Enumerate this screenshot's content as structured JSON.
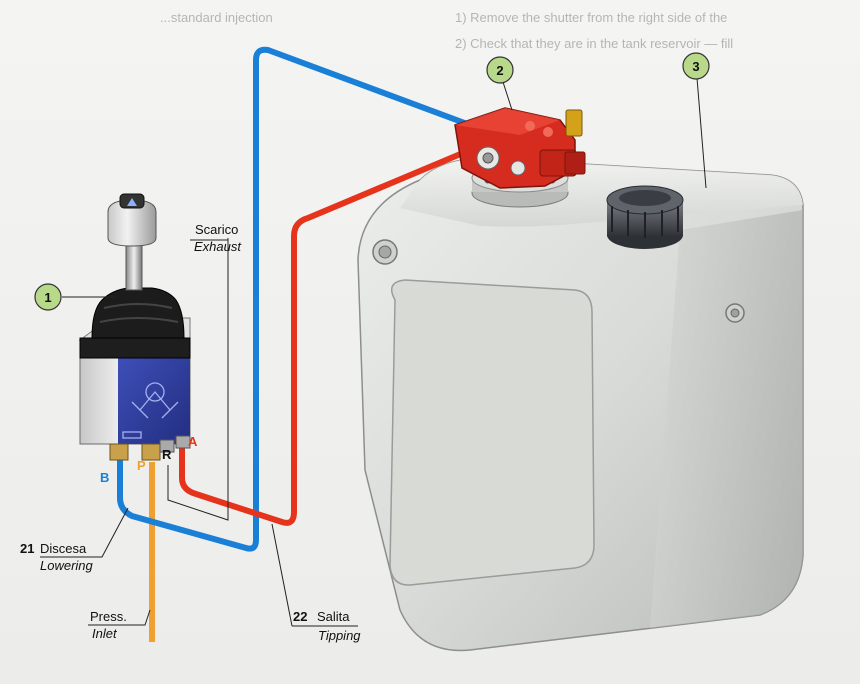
{
  "colors": {
    "supply_line": "#f0a030",
    "lowering_line": "#1a7fd6",
    "tipping_line": "#e5341b",
    "exhaust_line": "#1a7fd6",
    "callout_fill": "#b9d98a",
    "valve_body": "#d62b1f",
    "tank": "#d8d9d6"
  },
  "callouts": [
    {
      "id": "1",
      "text": "1"
    },
    {
      "id": "2",
      "text": "2"
    },
    {
      "id": "3",
      "text": "3"
    }
  ],
  "ports": {
    "B": "B",
    "P": "P",
    "R": "R",
    "A": "A"
  },
  "labels": {
    "exhaust_it": "Scarico",
    "exhaust_en": "Exhaust",
    "lowering_num": "21",
    "lowering_it": "Discesa",
    "lowering_en": "Lowering",
    "inlet_it": "Press.",
    "inlet_en": "Inlet",
    "tipping_num": "22",
    "tipping_it": "Salita",
    "tipping_en": "Tipping"
  },
  "background_text": {
    "line1": "1) Remove the shutter from the right side of the",
    "line2": "2) Check that they are in the tank reservoir — fill",
    "left_top": "...standard injection"
  }
}
